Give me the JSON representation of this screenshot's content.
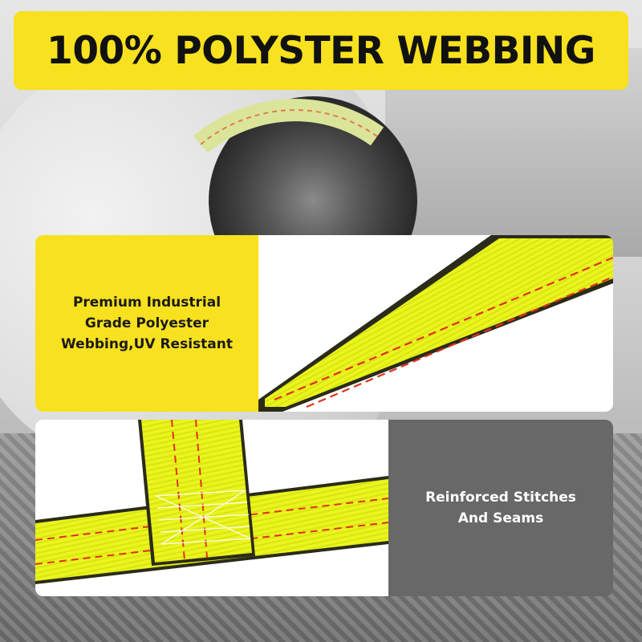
{
  "title": "100% POLYSTER WEBBING",
  "features": [
    {
      "lines": [
        "Premium Industrial",
        "Grade Polyester",
        "Webbing,UV Resistant"
      ]
    },
    {
      "lines": [
        "Reinforced Stitches",
        "And Seams"
      ]
    }
  ],
  "colors": {
    "banner": "#f8e11f",
    "webbing": "#eaf51e",
    "stitch": "#e0311c",
    "dark_panel": "#686868"
  },
  "icons": {
    "strap_1": "polyester-webbing-strap",
    "strap_2": "stitched-seam-strap"
  }
}
